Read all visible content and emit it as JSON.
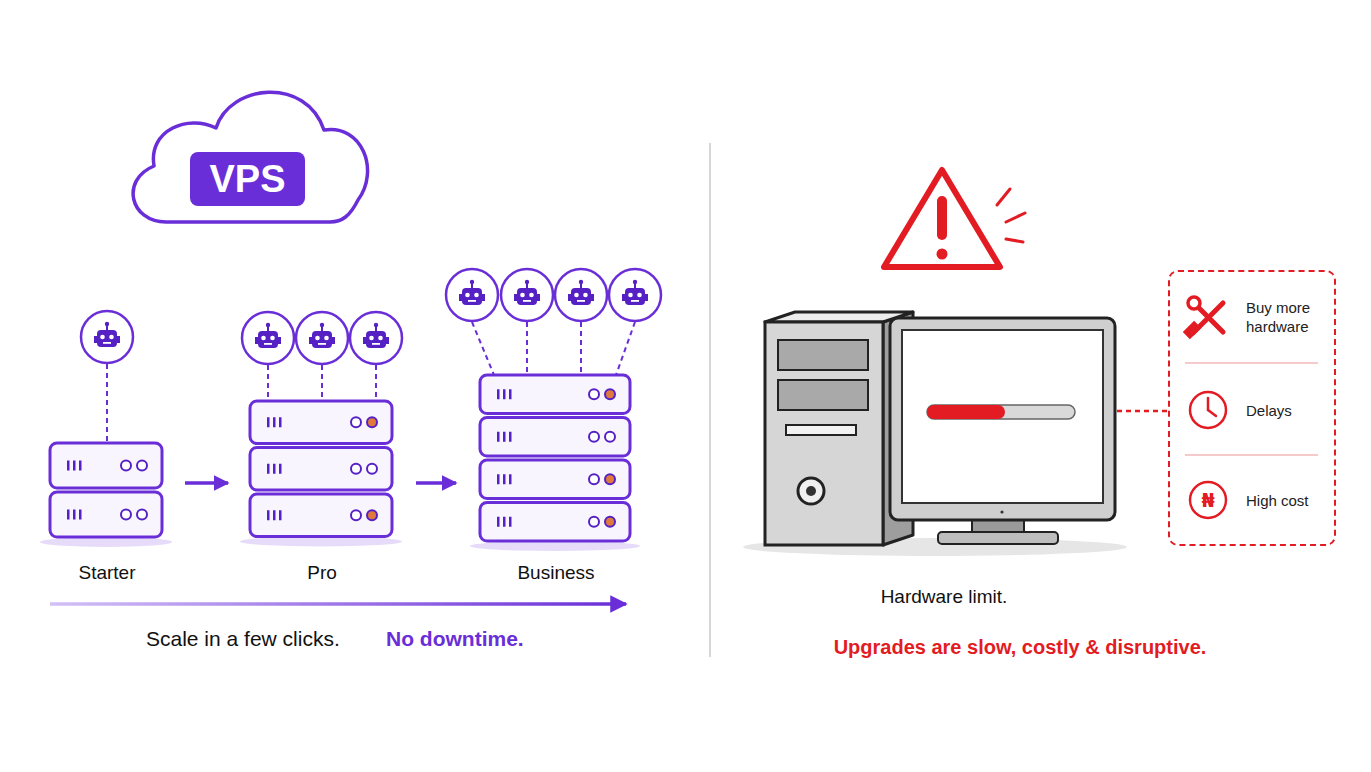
{
  "diagram": {
    "nodes": [
      {
        "text": [
          "VPS"
        ]
      },
      {
        "text": [
          "Starter"
        ]
      },
      {
        "text": [
          "Pro"
        ]
      },
      {
        "text": [
          "Business"
        ]
      },
      {
        "text": [
          "Buy more hardware",
          "Delays",
          "High cost"
        ]
      }
    ],
    "edges": [
      {
        "from": 1,
        "to": 2,
        "arrow": "to"
      },
      {
        "from": 2,
        "to": 3,
        "arrow": "to"
      }
    ],
    "labels": [
      "Scale in a few clicks.",
      "No downtime.",
      "Hardware limit.",
      "Upgrades are slow, costly & disruptive.",
      "₦"
    ]
  }
}
